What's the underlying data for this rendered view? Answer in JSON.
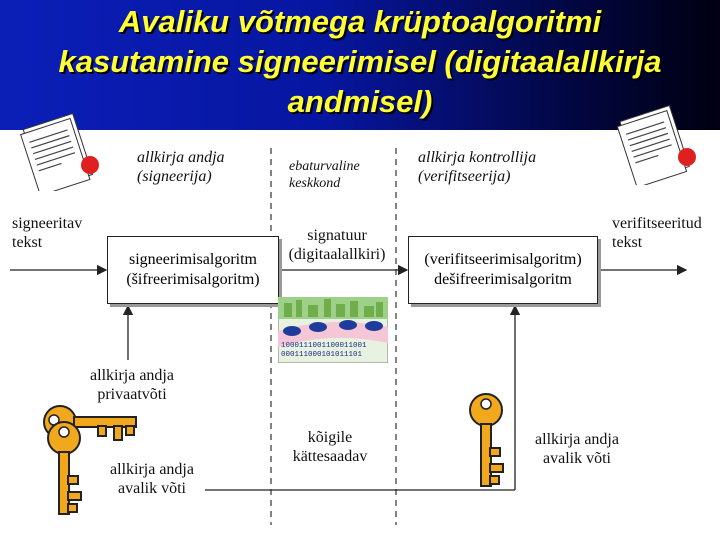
{
  "title": {
    "line1": "Avaliku võtmega krüptoalgoritmi",
    "line2": "kasutamine signeerimisel (digitaalallkirja",
    "line3": "andmisel)"
  },
  "roles": {
    "signer": [
      "allkirja andja",
      "(signeerija)"
    ],
    "medium": [
      "ebaturvaline",
      "keskkond"
    ],
    "verifier": [
      "allkirja kontrollija",
      "(verifitseerija)"
    ]
  },
  "labels": {
    "signed_text": [
      "signeeritav",
      "tekst"
    ],
    "verified_text": [
      "verifitseeritud",
      "tekst"
    ],
    "signature": [
      "signatuur",
      "(digitaalallkiri)"
    ],
    "private_key": [
      "allkirja andja",
      "privaatvõti"
    ],
    "public_key_left": [
      "allkirja andja",
      "avalik võti"
    ],
    "available": [
      "kõigile",
      "kättesaadav"
    ],
    "public_key_right": [
      "allkirja andja",
      "avalik võti"
    ]
  },
  "boxes": {
    "sign": [
      "signeerimisalgoritm",
      "(šifreerimisalgoritm)"
    ],
    "verify": [
      "(verifitseerimisalgoritm)",
      "dešifreerimisalgoritm"
    ]
  },
  "clipart": {
    "binary1": "1000111001100011001",
    "binary2": "000111000101011101",
    "colors": {
      "title_text": "#ffff33",
      "key": "#f2a81c",
      "seal": "#e02020"
    }
  }
}
